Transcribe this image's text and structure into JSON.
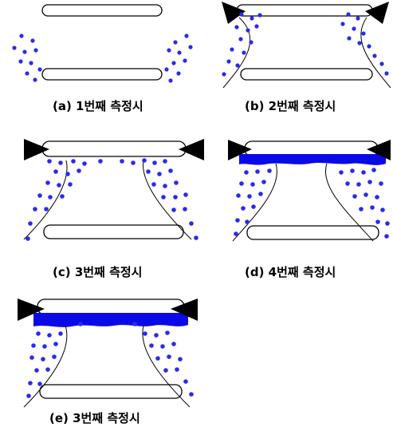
{
  "colors": {
    "particle": "#2a2aee",
    "film": "#0a0ae6",
    "outline": "#000000",
    "background": "#ffffff"
  },
  "panels": [
    {
      "id": "a",
      "caption": "(a) 1번째 측정시",
      "film": false,
      "nozzles": false,
      "paths": false
    },
    {
      "id": "b",
      "caption": "(b) 2번째 측정시",
      "film": false,
      "nozzles": true,
      "paths": true
    },
    {
      "id": "c",
      "caption": "(c) 3번째 측정시",
      "film": false,
      "nozzles": true,
      "paths": true
    },
    {
      "id": "d",
      "caption": "(d) 4번째 측정시",
      "film": true,
      "nozzles": true,
      "paths": true
    },
    {
      "id": "e",
      "caption": "(e) 3번째 측정시",
      "film": true,
      "nozzles": true,
      "paths": true
    }
  ]
}
